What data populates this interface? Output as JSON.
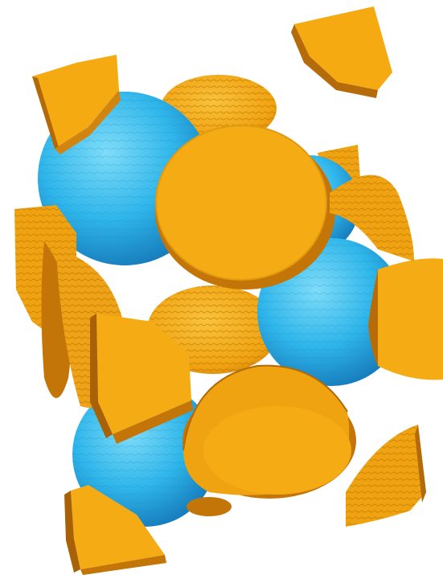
{
  "image": {
    "kind": "3D rendered crystal structure (unit cell) with cut-away spheres",
    "background_color": "#ffffff"
  },
  "colors": {
    "gold": "#f5a80f",
    "gold_light": "#f9c23a",
    "gold_dark": "#c7780a",
    "gold_shadow": "#9e5c08",
    "blue": "#2fb6ea",
    "blue_light": "#6fd4f6",
    "blue_dark": "#1578b8"
  },
  "atoms": {
    "gold_atom_count": 16,
    "blue_atom_count": 4
  }
}
